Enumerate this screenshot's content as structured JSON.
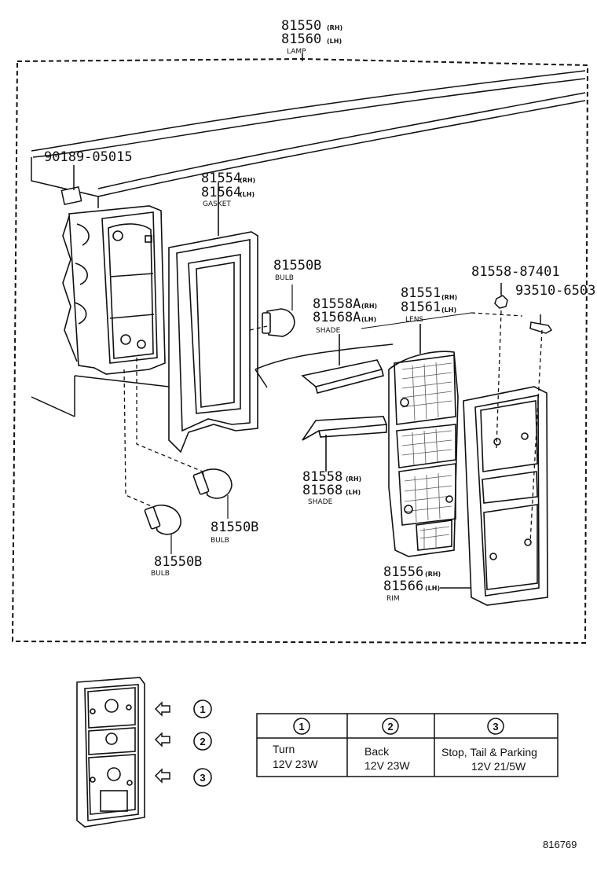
{
  "assembly": {
    "pn_rh": "81550",
    "sfx_rh": "(RH)",
    "pn_lh": "81560",
    "sfx_lh": "(LH)",
    "caption": "LAMP"
  },
  "screw": {
    "pn": "90189-05015"
  },
  "gasket": {
    "pn_rh": "81554",
    "sfx_rh": "(RH)",
    "pn_lh": "81564",
    "sfx_lh": "(LH)",
    "caption": "GASKET"
  },
  "bulb_top": {
    "pn": "81550B",
    "caption": "BULB"
  },
  "shade_a": {
    "pn_rh": "81558A",
    "sfx_rh": "(RH)",
    "pn_lh": "81568A",
    "sfx_lh": "(LH)",
    "caption": "SHADE"
  },
  "lens": {
    "pn_rh": "81551",
    "sfx_rh": "(RH)",
    "pn_lh": "81561",
    "sfx_lh": "(LH)",
    "caption": "LENS"
  },
  "nut": {
    "pn": "81558-87401"
  },
  "screw_rim": {
    "pn": "93510-6503"
  },
  "shade": {
    "pn_rh": "81558",
    "sfx_rh": "(RH)",
    "pn_lh": "81568",
    "sfx_lh": "(LH)",
    "caption": "SHADE"
  },
  "bulb_mid": {
    "pn": "81550B",
    "caption": "BULB"
  },
  "bulb_low": {
    "pn": "81550B",
    "caption": "BULB"
  },
  "rim": {
    "pn_rh": "81556",
    "sfx_rh": "(RH)",
    "pn_lh": "81566",
    "sfx_lh": "(LH)",
    "caption": "RIM"
  },
  "legend": {
    "markers": [
      "1",
      "2",
      "3"
    ]
  },
  "bulb_table": {
    "columns": [
      {
        "num": "1",
        "line1": "Turn",
        "line2": "12V 23W"
      },
      {
        "num": "2",
        "line1": "Back",
        "line2": "12V 23W"
      },
      {
        "num": "3",
        "line1": "Stop, Tail & Parking",
        "line2": "12V  21/5W"
      }
    ]
  },
  "drawing_number": "816769"
}
